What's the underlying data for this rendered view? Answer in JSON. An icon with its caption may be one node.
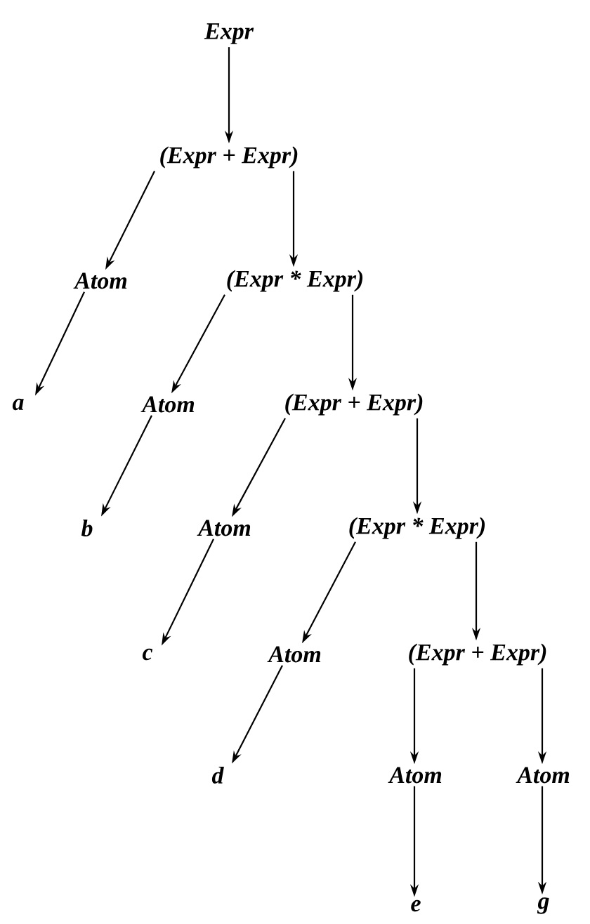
{
  "diagram": {
    "nodes": [
      {
        "text": [
          "Expr"
        ]
      },
      {
        "text": [
          "(Expr + Expr)"
        ]
      },
      {
        "text": [
          "Atom"
        ]
      },
      {
        "text": [
          "(Expr * Expr)"
        ]
      },
      {
        "text": [
          "a"
        ]
      },
      {
        "text": [
          "Atom"
        ]
      },
      {
        "text": [
          "(Expr + Expr)"
        ]
      },
      {
        "text": [
          "b"
        ]
      },
      {
        "text": [
          "Atom"
        ]
      },
      {
        "text": [
          "(Expr * Expr)"
        ]
      },
      {
        "text": [
          "c"
        ]
      },
      {
        "text": [
          "Atom"
        ]
      },
      {
        "text": [
          "(Expr + Expr)"
        ]
      },
      {
        "text": [
          "d"
        ]
      },
      {
        "text": [
          "Atom"
        ]
      },
      {
        "text": [
          "Atom"
        ]
      },
      {
        "text": [
          "e"
        ]
      },
      {
        "text": [
          "g"
        ]
      }
    ],
    "edges": [
      {
        "from": 0,
        "to": 1,
        "arrow": "to"
      },
      {
        "from": 1,
        "to": 2,
        "arrow": "to"
      },
      {
        "from": 1,
        "to": 3,
        "arrow": "to"
      },
      {
        "from": 2,
        "to": 4,
        "arrow": "to"
      },
      {
        "from": 3,
        "to": 5,
        "arrow": "to"
      },
      {
        "from": 3,
        "to": 6,
        "arrow": "to"
      },
      {
        "from": 5,
        "to": 7,
        "arrow": "to"
      },
      {
        "from": 6,
        "to": 8,
        "arrow": "to"
      },
      {
        "from": 6,
        "to": 9,
        "arrow": "to"
      },
      {
        "from": 8,
        "to": 10,
        "arrow": "to"
      },
      {
        "from": 9,
        "to": 11,
        "arrow": "to"
      },
      {
        "from": 9,
        "to": 12,
        "arrow": "to"
      },
      {
        "from": 11,
        "to": 13,
        "arrow": "to"
      },
      {
        "from": 12,
        "to": 14,
        "arrow": "to"
      },
      {
        "from": 12,
        "to": 15,
        "arrow": "to"
      },
      {
        "from": 14,
        "to": 16,
        "arrow": "to"
      },
      {
        "from": 15,
        "to": 17,
        "arrow": "to"
      }
    ]
  }
}
